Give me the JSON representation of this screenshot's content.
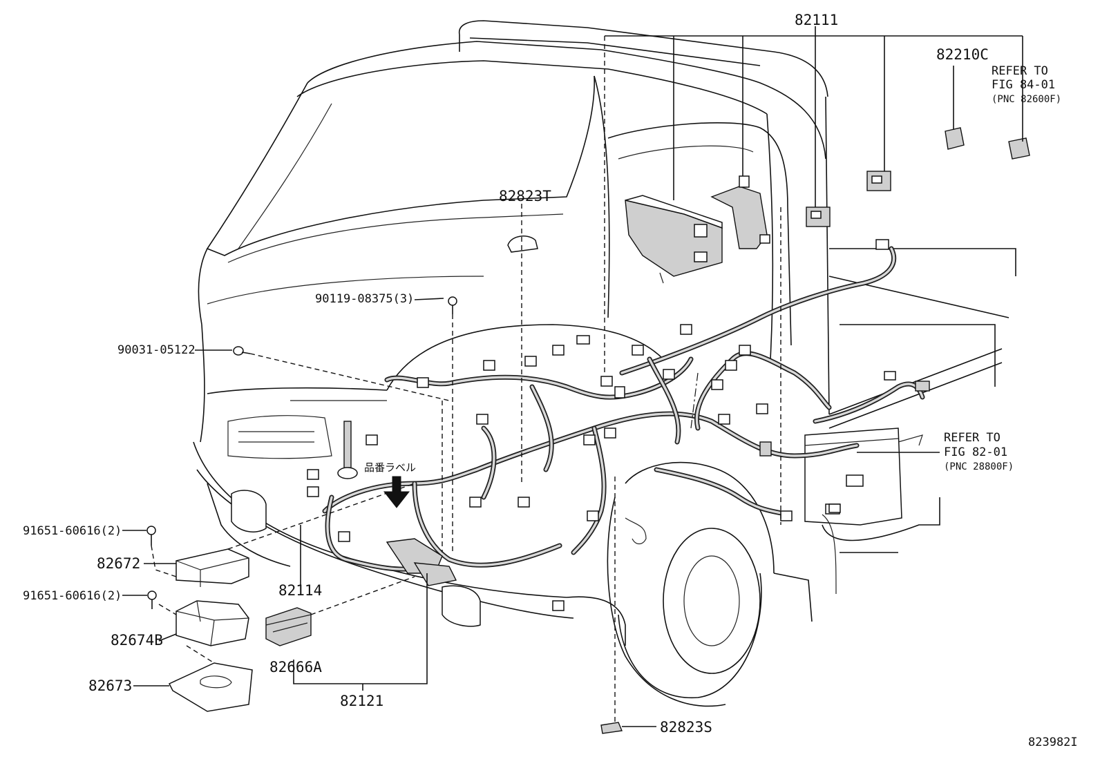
{
  "labels": {
    "p82111": "82111",
    "p82210c": "82210C",
    "p82823t": "82823T",
    "p90119": "90119-08375(3)",
    "p90031": "90031-05122",
    "p91651a": "91651-60616(2)",
    "p82672": "82672",
    "p91651b": "91651-60616(2)",
    "p82674b": "82674B",
    "p82673": "82673",
    "p82114": "82114",
    "p82666a": "82666A",
    "p82121": "82121",
    "p82823s": "82823S",
    "jp_label": "品番ラベル"
  },
  "refs": {
    "ref1_line1": "REFER TO",
    "ref1_line2": "FIG 84-01",
    "ref1_line3": "(PNC 82600F)",
    "ref2_line1": "REFER TO",
    "ref2_line2": "FIG 82-01",
    "ref2_line3": "(PNC 28800F)"
  },
  "figure_id": "823982I"
}
